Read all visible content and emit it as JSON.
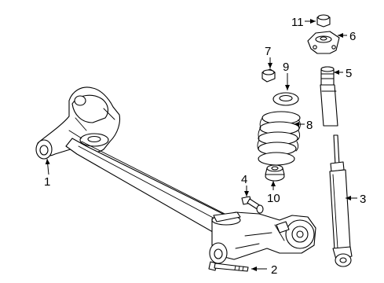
{
  "figure": {
    "type": "exploded-parts-diagram",
    "subject": "rear suspension",
    "line_color": "#000000",
    "background": "#ffffff"
  },
  "callouts": {
    "c1": "1",
    "c2": "2",
    "c3": "3",
    "c4": "4",
    "c5": "5",
    "c6": "6",
    "c7": "7",
    "c8": "8",
    "c9": "9",
    "c10": "10",
    "c11": "11"
  }
}
